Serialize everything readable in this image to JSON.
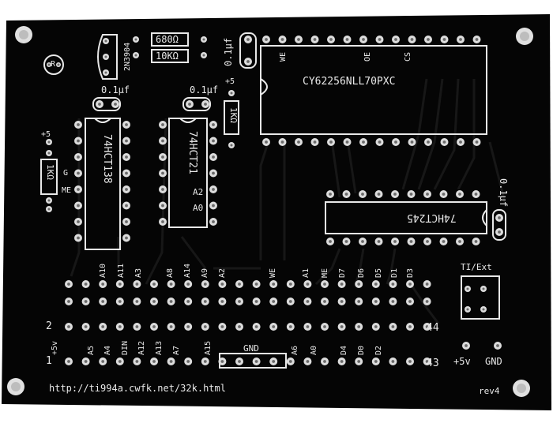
{
  "board": {
    "url": "http://ti994a.cwfk.net/32k.html",
    "revision": "rev4",
    "colors": {
      "board": "#050505",
      "silk": "#e8e8e8",
      "pad": "#dcdcdc",
      "hole": "#6a6a6a",
      "trace": "#161616"
    }
  },
  "components": {
    "transistor": "2N3904",
    "resistor1": "680Ω",
    "resistor2": "10KΩ",
    "resistor3": "1KΩ",
    "resistor4": "1KΩ",
    "cap1": "0.1µf",
    "cap2": "0.1µf",
    "cap3": "0.1µf",
    "cap4": "0.1µf",
    "sram": "CY62256NLL70PXC",
    "decoder": "74HCT138",
    "gate": "74HCT21",
    "buffer": "74HCT245",
    "led_label": "R"
  },
  "silk": {
    "sram_pins": [
      "WE",
      "OE",
      "CS"
    ],
    "plus5_a": "+5",
    "plus5_b": "+5",
    "gate_pins": [
      "A2",
      "A0"
    ],
    "res4_pins": [
      "G",
      "ME"
    ],
    "top_header": [
      "A10",
      "A11",
      "A3",
      "A8",
      "A14",
      "A9",
      "A2",
      "WE",
      "A1",
      "ME",
      "D7",
      "D6",
      "D5",
      "D1",
      "D3"
    ],
    "bottom_header": [
      "+5v",
      "A5",
      "A4",
      "DIN",
      "A12",
      "A13",
      "A7",
      "A15",
      "GND",
      "A6",
      "A0",
      "D4",
      "D0",
      "D2"
    ],
    "row_numbers": [
      "2",
      "1",
      "44",
      "43"
    ],
    "jumper_label": "TI/Ext",
    "power_labels": [
      "+5v",
      "GND"
    ]
  }
}
